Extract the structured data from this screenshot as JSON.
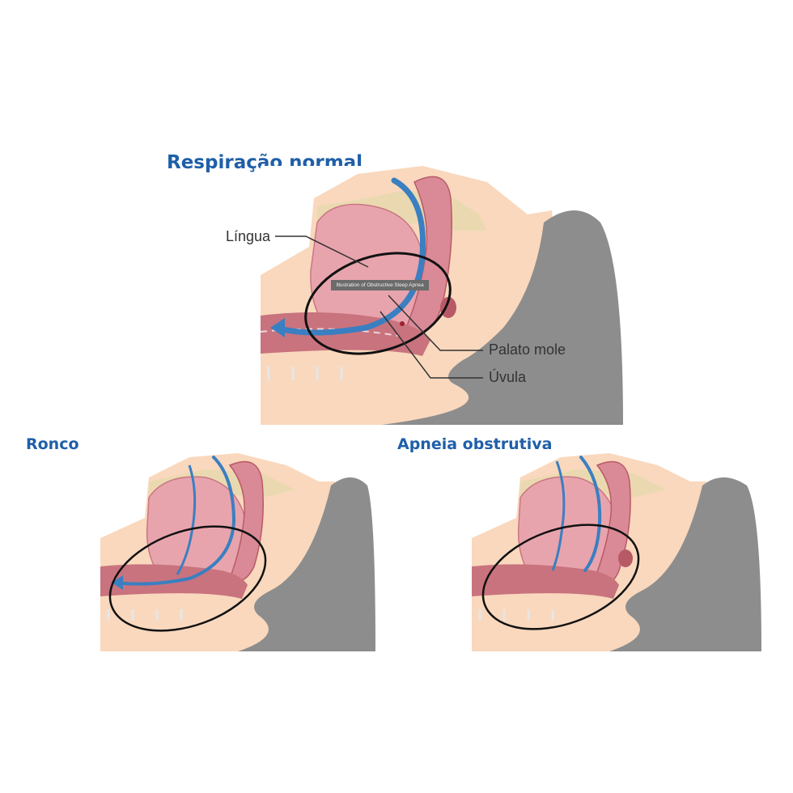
{
  "titles": {
    "normal": "Respiração normal",
    "snoring": "Ronco",
    "apnea": "Apneia obstrutiva"
  },
  "labels": {
    "tongue": "Língua",
    "soft_palate": "Palato mole",
    "uvula": "Úvula"
  },
  "image_caption": "Illustration of Obstructive Sleep Apnea",
  "colors": {
    "title_blue": "#1f5fa8",
    "airflow_blue": "#3a7fc1",
    "skin": "#f9d8bd",
    "tissue_pink": "#e49aa4",
    "tissue_dark": "#b85a66",
    "bone": "#ead9b0",
    "pillow_gray": "#8d8d8d"
  }
}
